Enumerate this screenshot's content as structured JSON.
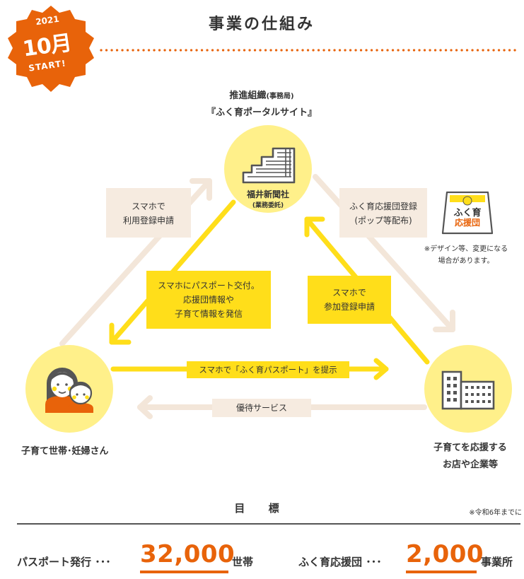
{
  "badge": {
    "year": "2021",
    "month": "10月",
    "start": "START!",
    "color": "#e8630a"
  },
  "title": "事業の仕組み",
  "nodes": {
    "top": {
      "heading": "推進組織",
      "heading_small": "(事務局)",
      "portal": "『ふく育ポータルサイト』",
      "name": "福井新聞社",
      "sub": "(業務委託)"
    },
    "left": {
      "label": "子育て世帯･妊婦さん"
    },
    "right": {
      "label_line1": "子育てを応援する",
      "label_line2": "お店や企業等"
    }
  },
  "flows": {
    "left_up": {
      "line1": "スマホで",
      "line2": "利用登録申請"
    },
    "top_right": {
      "line1": "ふく育応援団登録",
      "line2": "(ポップ等配布)"
    },
    "top_left": {
      "line1": "スマホにパスポート交付。",
      "line2": "応援団情報や",
      "line3": "子育て情報を発信"
    },
    "right_up": {
      "line1": "スマホで",
      "line2": "参加登録申請"
    },
    "family_to_shop": "スマホで「ふく育パスポート」を提示",
    "shop_to_family": "優待サービス"
  },
  "pop": {
    "logo_line1": "ふく育",
    "logo_line2": "応援団",
    "note_line1": "※デザイン等、変更になる",
    "note_line2": "場合があります。"
  },
  "goals": {
    "heading": "目 標",
    "note": "※令和6年までに",
    "items": [
      {
        "label": "パスポート発行 ･･･",
        "number": "32,000",
        "unit": "世帯"
      },
      {
        "label": "ふく育応援団 ･･･",
        "number": "2,000",
        "unit": "事業所"
      }
    ]
  },
  "colors": {
    "accent": "#e8630a",
    "yellow": "#ffde1a",
    "circle": "#fff08a",
    "beige": "#f6ebe0"
  }
}
